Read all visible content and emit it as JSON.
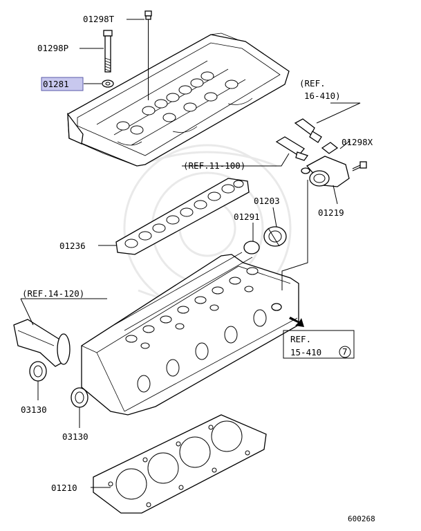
{
  "diagram": {
    "labels": {
      "p01298T": "01298T",
      "p01298P": "01298P",
      "p01281": "01281",
      "ref16_line1": "(REF.",
      "ref16_line2": "16-410)",
      "p01298X": "01298X",
      "ref11": "(REF.11-100)",
      "p01203": "01203",
      "p01291": "01291",
      "p01219": "01219",
      "p01236": "01236",
      "ref14": "(REF.14-120)",
      "ref15_line1": "REF.",
      "ref15_line2": "15-410",
      "ref15_circle": "7",
      "p03130a": "03130",
      "p03130b": "03130",
      "p01210": "01210",
      "figure_id": "600268"
    },
    "highlighted_part": "01281",
    "highlight_color": "#c8c8ee"
  }
}
